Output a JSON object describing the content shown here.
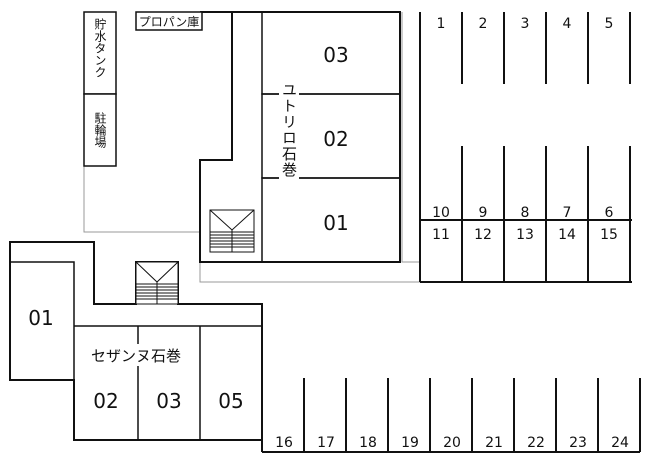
{
  "facilities": {
    "water_tank": "貯水タンク",
    "bike_parking": "駐輪場",
    "propane": "プロパン庫"
  },
  "buildings": {
    "yutori": {
      "name": "ユトリロ石巻",
      "units": [
        "03",
        "02",
        "01"
      ]
    },
    "sezan": {
      "name": "セザンヌ石巻",
      "units": [
        "01",
        "02",
        "03",
        "05"
      ]
    }
  },
  "parking": {
    "top_row": [
      "1",
      "2",
      "3",
      "4",
      "5"
    ],
    "mid_row_upper": [
      "10",
      "9",
      "8",
      "7",
      "6"
    ],
    "mid_row_lower": [
      "11",
      "12",
      "13",
      "14",
      "15"
    ],
    "bottom_row": [
      "16",
      "17",
      "18",
      "19",
      "20",
      "21",
      "22",
      "23",
      "24"
    ]
  }
}
